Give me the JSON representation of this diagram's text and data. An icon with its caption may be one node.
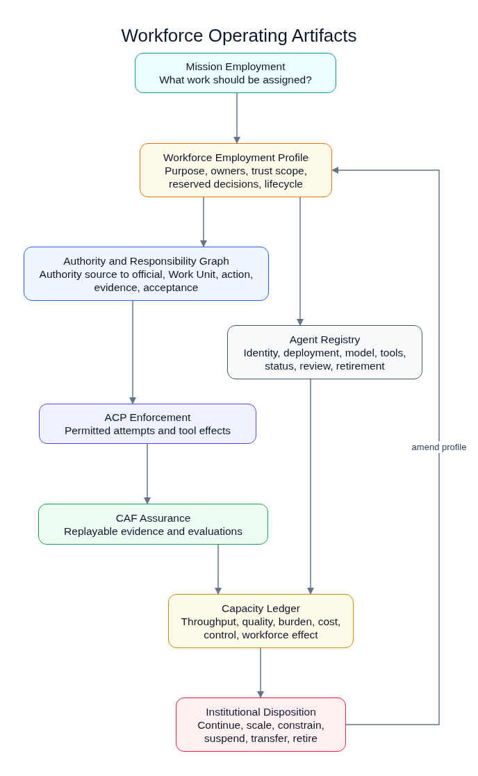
{
  "diagram": {
    "title": "Workforce Operating Artifacts",
    "nodes": [
      {
        "text": [
          "Mission Employment",
          "What work should be assigned?"
        ]
      },
      {
        "text": [
          "Workforce Employment Profile",
          "Purpose, owners, trust scope, reserved decisions, lifecycle"
        ]
      },
      {
        "text": [
          "Authority and Responsibility Graph",
          "Authority source to official, Work Unit, action, evidence, acceptance"
        ]
      },
      {
        "text": [
          "Agent Registry",
          "Identity, deployment, model, tools, status, review, retirement"
        ]
      },
      {
        "text": [
          "ACP Enforcement",
          "Permitted attempts and tool effects"
        ]
      },
      {
        "text": [
          "CAF Assurance",
          "Replayable evidence and evaluations"
        ]
      },
      {
        "text": [
          "Capacity Ledger",
          "Throughput, quality, burden, cost, control, workforce effect"
        ]
      },
      {
        "text": [
          "Institutional Disposition",
          "Continue, scale, constrain, suspend, transfer, retire"
        ]
      }
    ],
    "edges": [
      {
        "from": 0,
        "to": 1,
        "arrow": "to"
      },
      {
        "from": 1,
        "to": 2,
        "arrow": "to"
      },
      {
        "from": 1,
        "to": 3,
        "arrow": "to"
      },
      {
        "from": 2,
        "to": 4,
        "arrow": "to"
      },
      {
        "from": 4,
        "to": 5,
        "arrow": "to"
      },
      {
        "from": 5,
        "to": 6,
        "arrow": "to"
      },
      {
        "from": 3,
        "to": 6,
        "arrow": "to"
      },
      {
        "from": 6,
        "to": 7,
        "arrow": "to"
      },
      {
        "from": 7,
        "to": 1,
        "arrow": "to",
        "label": "amend profile"
      }
    ]
  }
}
